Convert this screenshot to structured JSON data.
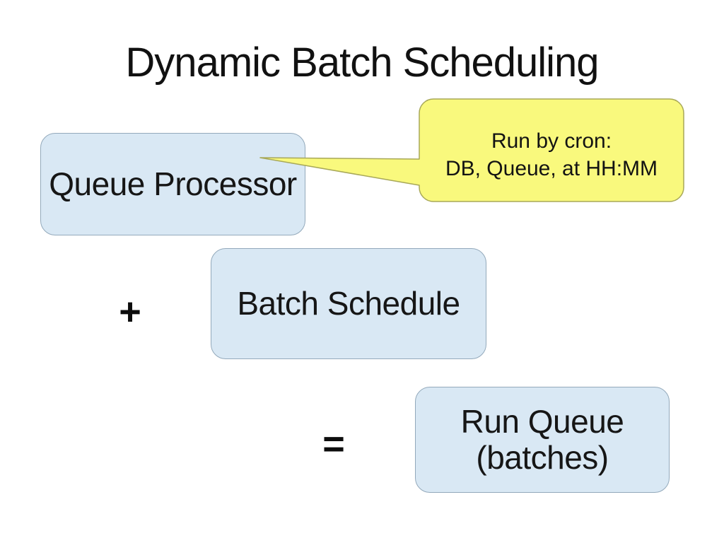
{
  "slide": {
    "title": "Dynamic Batch Scheduling",
    "boxes": [
      {
        "id": "queue-processor",
        "label": "Queue Processor"
      },
      {
        "id": "batch-schedule",
        "label": "Batch Schedule"
      },
      {
        "id": "run-queue",
        "label_line1": "Run Queue",
        "label_line2": "(batches)"
      }
    ],
    "operators": {
      "plus": "+",
      "equals": "="
    },
    "callout": {
      "line1": "Run by cron:",
      "line2": "DB, Queue, at HH:MM"
    },
    "colors": {
      "background": "#ffffff",
      "box_fill": "#d9e8f4",
      "box_border": "#93a9bb",
      "callout_fill": "#f9f97d",
      "callout_border": "#a8a858",
      "text": "#151515"
    }
  }
}
